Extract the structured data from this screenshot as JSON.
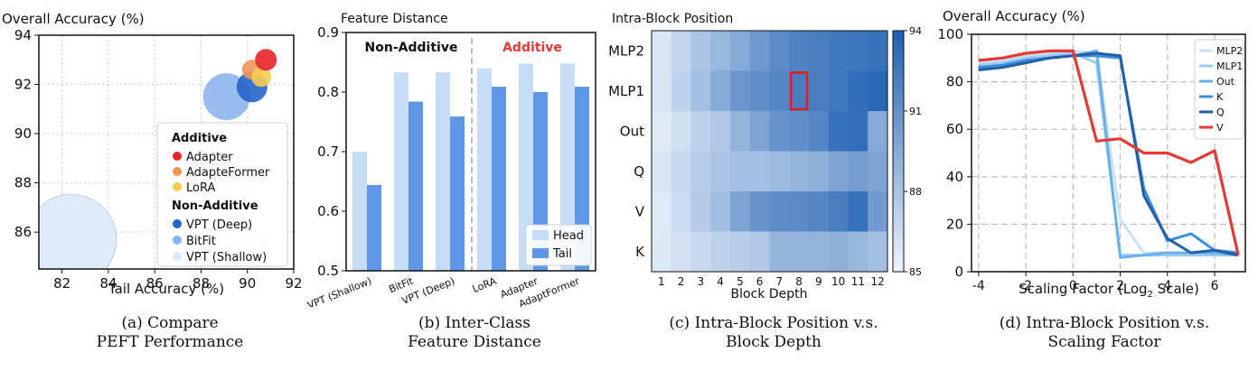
{
  "captions": [
    {
      "line1": "(a) Compare",
      "line2": "PEFT Performance"
    },
    {
      "line1": "(b) Inter-Class",
      "line2": "Feature Distance"
    },
    {
      "line1": "(c) Intra-Block Position v.s.",
      "line2": "Block Depth"
    },
    {
      "line1": "(d) Intra-Block Position v.s.",
      "line2": "Scaling Factor"
    }
  ],
  "chart_data": [
    {
      "type": "scatter",
      "title": "Overall Accuracy (%)",
      "xlabel": "Tail Accuracy (%)",
      "ylabel": "",
      "xlim": [
        81,
        92
      ],
      "ylim": [
        84.5,
        94
      ],
      "xticks": [
        "82",
        "84",
        "86",
        "88",
        "90",
        "92"
      ],
      "yticks": [
        "86",
        "88",
        "90",
        "92",
        "94"
      ],
      "grid": true,
      "legend_position": "bottom-right",
      "legend_groups": [
        {
          "title": "Additive",
          "items": [
            "Adapter",
            "AdapteFormer",
            "LoRA"
          ]
        },
        {
          "title": "Non-Additive",
          "items": [
            "VPT (Deep)",
            "BitFit",
            "VPT (Shallow)"
          ]
        }
      ],
      "points": [
        {
          "label": "VPT (Shallow)",
          "x": 82.4,
          "y": 85.7,
          "size": 50,
          "color": "#dbe9fa"
        },
        {
          "label": "BitFit",
          "x": 89.1,
          "y": 91.5,
          "size": 26,
          "color": "#8bb5ee"
        },
        {
          "label": "VPT (Deep)",
          "x": 90.2,
          "y": 91.9,
          "size": 17,
          "color": "#2563c9"
        },
        {
          "label": "AdapteFormer",
          "x": 90.2,
          "y": 92.6,
          "size": 11,
          "color": "#f0955a"
        },
        {
          "label": "LoRA",
          "x": 90.6,
          "y": 92.3,
          "size": 11,
          "color": "#f5cc52"
        },
        {
          "label": "Adapter",
          "x": 90.8,
          "y": 93.0,
          "size": 12,
          "color": "#e8252a"
        }
      ]
    },
    {
      "type": "bar",
      "title": "Feature Distance",
      "ylim": [
        0.5,
        0.9
      ],
      "yticks": [
        "0.5",
        "0.6",
        "0.7",
        "0.8",
        "0.9"
      ],
      "categories": [
        "VPT (Shallow)",
        "BitFit",
        "VPT (Deep)",
        "LoRA",
        "Adapter",
        "AdaptFormer"
      ],
      "series": [
        {
          "name": "Head",
          "color": "#c6ddf6",
          "values": [
            0.7,
            0.833,
            0.833,
            0.84,
            0.848,
            0.848
          ]
        },
        {
          "name": "Tail",
          "color": "#5f96e6",
          "values": [
            0.644,
            0.784,
            0.759,
            0.809,
            0.8,
            0.809
          ]
        }
      ],
      "group_labels": [
        {
          "text": "Non-Additive",
          "color": "#111111"
        },
        {
          "text": "Additive",
          "color": "#e53935"
        }
      ],
      "legend_position": "bottom-right"
    },
    {
      "type": "heatmap",
      "title": "Intra-Block Position",
      "xlabel": "Block Depth",
      "x": [
        "1",
        "2",
        "3",
        "4",
        "5",
        "6",
        "7",
        "8",
        "9",
        "10",
        "11",
        "12"
      ],
      "y": [
        "MLP2",
        "MLP1",
        "Out",
        "Q",
        "V",
        "K"
      ],
      "colorbar_ticks": [
        "94",
        "91",
        "88",
        "85"
      ],
      "vmin": 85,
      "vmax": 94,
      "highlight": {
        "row": "MLP1",
        "col": "8",
        "color": "#e02020"
      },
      "values": [
        [
          86.0,
          87.0,
          88.0,
          88.8,
          89.6,
          90.6,
          91.5,
          92.0,
          92.3,
          92.6,
          92.8,
          93.0
        ],
        [
          86.0,
          87.2,
          88.3,
          89.6,
          90.8,
          91.3,
          91.7,
          92.3,
          92.3,
          92.6,
          93.3,
          93.6
        ],
        [
          85.7,
          86.4,
          87.2,
          87.8,
          89.0,
          90.0,
          91.0,
          91.3,
          91.8,
          93.0,
          93.2,
          89.6
        ],
        [
          86.0,
          86.8,
          87.5,
          88.0,
          88.3,
          88.3,
          88.6,
          89.0,
          89.3,
          90.0,
          90.4,
          90.0
        ],
        [
          85.7,
          86.6,
          87.6,
          88.4,
          90.0,
          91.0,
          91.4,
          91.5,
          91.7,
          92.3,
          93.0,
          90.5
        ],
        [
          85.8,
          86.3,
          86.8,
          87.2,
          87.5,
          87.8,
          89.0,
          89.0,
          89.0,
          89.3,
          88.8,
          88.3
        ]
      ]
    },
    {
      "type": "line",
      "title": "Overall Accuracy (%)",
      "xlabel": "Scaling Factor (Log2 Scale)",
      "xlabel_base": "Scaling Factor (Log",
      "xlabel_sub": "2",
      "xlabel_tail": " Scale)",
      "xlim": [
        -4.3,
        7.3
      ],
      "ylim": [
        0,
        100
      ],
      "xticks": [
        "-4",
        "-2",
        "0",
        "2",
        "4",
        "6"
      ],
      "yticks": [
        "0",
        "20",
        "40",
        "60",
        "80",
        "100"
      ],
      "grid": true,
      "legend_position": "top-right",
      "x": [
        -4,
        -3,
        -2,
        -1,
        0,
        1,
        2,
        3,
        4,
        5,
        6,
        7
      ],
      "series": [
        {
          "name": "MLP2",
          "color": "#c9e0f7",
          "values": [
            88,
            89,
            91,
            92,
            93,
            92,
            22,
            8,
            8,
            8,
            8,
            7
          ]
        },
        {
          "name": "MLP1",
          "color": "#9ccbf2",
          "values": [
            87,
            88,
            90,
            91,
            92,
            88,
            7,
            7,
            7,
            7,
            7,
            7
          ]
        },
        {
          "name": "Out",
          "color": "#6ab0ea",
          "values": [
            86,
            87,
            89,
            90,
            91,
            93,
            6,
            7,
            8,
            8,
            8,
            7
          ]
        },
        {
          "name": "K",
          "color": "#3d8ee0",
          "values": [
            86,
            87,
            89,
            90,
            91,
            91,
            90,
            35,
            13,
            16,
            9,
            8
          ]
        },
        {
          "name": "Q",
          "color": "#2160a6",
          "values": [
            85,
            86,
            88,
            90,
            91,
            92,
            91,
            32,
            14,
            8,
            9,
            7
          ]
        },
        {
          "name": "V",
          "color": "#e53935",
          "values": [
            89,
            90,
            92,
            93,
            93,
            55,
            56,
            50,
            50,
            46,
            51,
            7
          ]
        }
      ]
    }
  ]
}
